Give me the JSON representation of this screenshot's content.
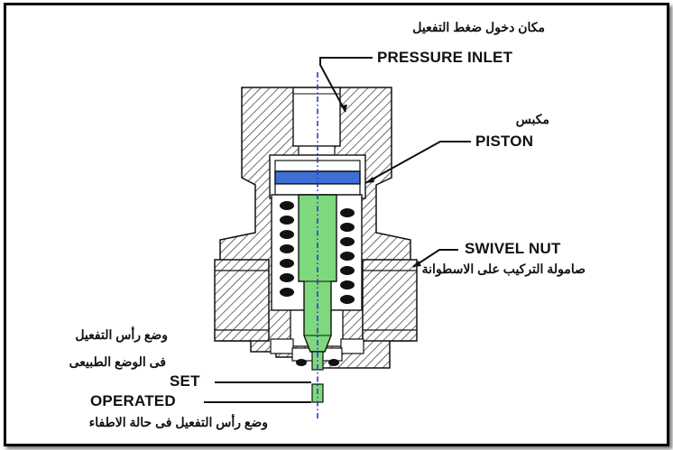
{
  "labels": {
    "pressure_inlet": {
      "en": "PRESSURE INLET",
      "ar": "مكان دخول ضغط التفعيل"
    },
    "piston": {
      "en": "PISTON",
      "ar": "مكبس"
    },
    "swivel_nut": {
      "en": "SWIVEL NUT",
      "ar": "صامولة التركيب على الاسطوانة"
    },
    "set": {
      "en": "SET",
      "ar_line1": "وضع رأس التفعيل",
      "ar_line2": "فى الوضع الطبيعى"
    },
    "operated": {
      "en": "OPERATED",
      "ar": "وضع رأس التفعيل فى حالة الاطفاء"
    }
  },
  "colors": {
    "piston_seal": "#3f6fd6",
    "stem": "#7ed87e",
    "centerline": "#2a3fc0",
    "outline": "#111111",
    "spring": "#111111"
  }
}
